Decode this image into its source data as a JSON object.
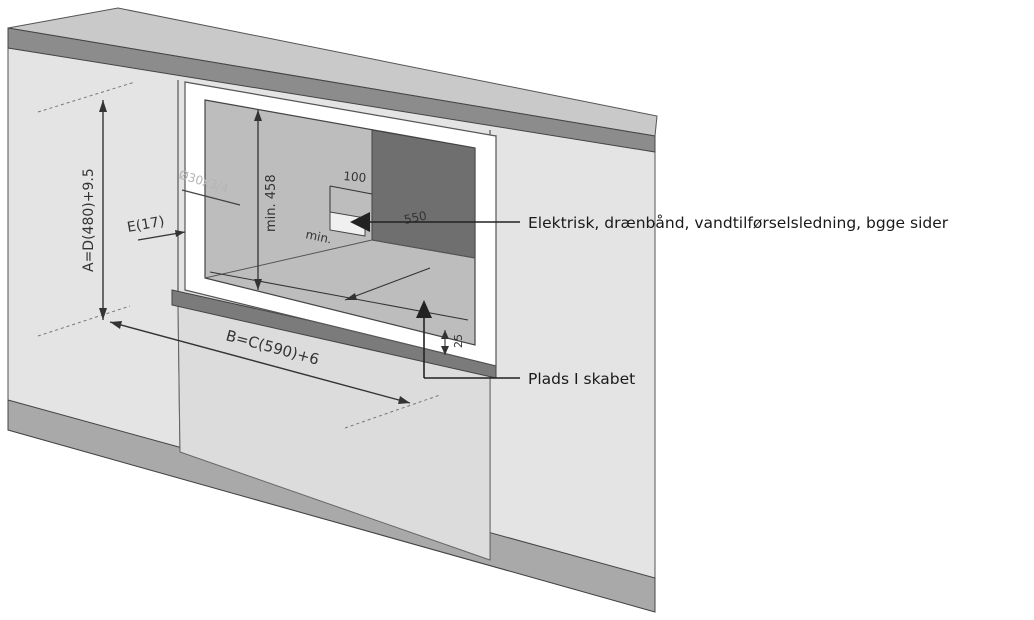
{
  "labels": {
    "dim_a": "A=D(480)+9.5",
    "dim_b": "B=C(590)+6",
    "dim_e": "E(17)",
    "dim_min458": "min. 458",
    "dim_100": "100",
    "dim_550": "550",
    "dim_min": "min.",
    "dim_25": "25",
    "dim_faded": "Ø30x3/4"
  },
  "callouts": {
    "electrical": "Elektrisk, drænbånd, vandtilførselsledning, bgge sider",
    "cabinet_space": "Plads I skabet"
  },
  "colors": {
    "wall": "#e4e4e4",
    "countertop": "#8c8c8c",
    "cavity": "#bdbdbd",
    "recess": "#6f6f6f",
    "frame": "#ffffff",
    "line": "#3a3a3a"
  }
}
